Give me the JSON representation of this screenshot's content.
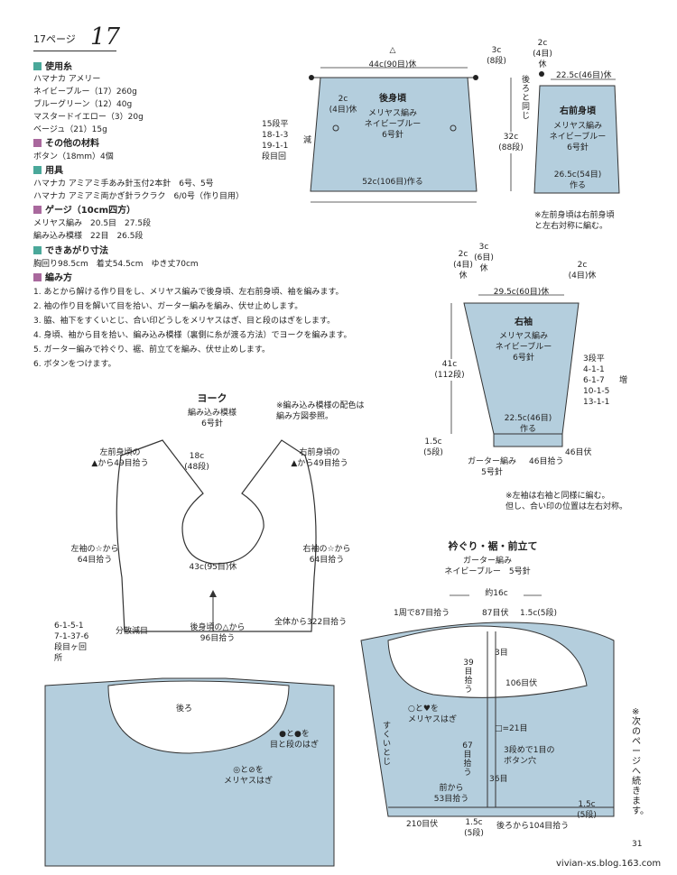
{
  "header": {
    "page_label": "17ページ",
    "page_num": "17"
  },
  "colors": {
    "accent": "#4aa89a",
    "purple": "#a9689d",
    "panel_blue": "#b4cedd"
  },
  "materials": {
    "title": "使用糸",
    "items": [
      "ハマナカ アメリー",
      "ネイビーブルー（17）260g",
      "ブルーグリーン（12）40g",
      "マスタードイエロー（3）20g",
      "ベージュ（21）15g"
    ]
  },
  "other": {
    "title": "その他の材料",
    "items": [
      "ボタン（18mm）4個"
    ]
  },
  "tools": {
    "title": "用具",
    "items": [
      "ハマナカ アミアミ手あみ針玉付2本針　6号、5号",
      "ハマナカ アミアミ両かぎ針ラクラク　6/0号（作り目用）"
    ]
  },
  "gauge": {
    "title": "ゲージ（10cm四方）",
    "items": [
      "メリヤス編み　20.5目　27.5段",
      "編み込み模様　22目　26.5段"
    ]
  },
  "size": {
    "title": "できあがり寸法",
    "items": [
      "胸回り98.5cm　着丈54.5cm　ゆき丈70cm"
    ]
  },
  "method": {
    "title": "編み方",
    "items": [
      "1. あとから解ける作り目をし、メリヤス編みで後身頃、左右前身頃、袖を編みます。",
      "2. 袖の作り目を解いて目を拾い、ガーター編みを編み、伏せ止めします。",
      "3. 脇、袖下をすくいとじ、合い印どうしをメリヤスはぎ、目と段のはぎをします。",
      "4. 身頃、袖から目を拾い、編み込み模様（裏側に糸が渡る方法）でヨークを編みます。",
      "5. ガーター編みで衿ぐり、裾、前立てを編み、伏せ止めします。",
      "6. ボタンをつけます。"
    ]
  },
  "back": {
    "title": "後身頃",
    "stitch": "メリヤス編み",
    "color": "ネイビーブルー",
    "needle": "6号針",
    "top": "44c(90目)休",
    "delta": "△",
    "side": "2c\n(4目)休",
    "decrease": "15段平\n18-1-3\n19-1-1\n段目回",
    "decrease_label": "減",
    "bottom": "52c(106目)作る"
  },
  "rf": {
    "title": "右前身頃",
    "stitch": "メリヤス編み",
    "color": "ネイビーブルー",
    "needle": "6号針",
    "top": "22.5c(46目)休",
    "top_rest": "2c\n(4目)\n休",
    "row3": "3c\n(8段)",
    "back_same": "後ろと同じ",
    "length": "32c\n(88段)",
    "bottom": "26.5c(54目)\n作る",
    "note": "※左前身頃は右前身頃\nと左右対称に編む。"
  },
  "sleeve": {
    "title": "右袖",
    "stitch": "メリヤス編み",
    "color": "ネイビーブルー",
    "needle": "6号針",
    "top": "29.5c(60目)休",
    "top_l": "2c\n(4目)\n休",
    "top_c": "3c\n(6目)\n休",
    "top_r": "2c\n(4目)休",
    "length": "41c\n(112段)",
    "increase": "3段平\n4-1-1\n6-1-7\n10-1-5\n13-1-1",
    "inc_label": "増",
    "bottom": "22.5c(46目)\n作る",
    "gar_h": "1.5c\n(5段)",
    "garter": "ガーター編み\n5号針",
    "pick": "46目拾う",
    "bind": "46目伏",
    "note": "※左袖は右袖と同様に編む。\n但し、合い印の位置は左右対称。"
  },
  "yoke": {
    "title": "ヨーク",
    "stitch": "編み込み模様",
    "needle": "6号針",
    "note": "※編み込み模様の配色は\n編み方図参照。",
    "height": "18c\n(48段)",
    "neck": "43c(95目)休",
    "lf": "左前身頃の\n▲から49目拾う",
    "rf": "右前身頃の\n▲から49目拾う",
    "ls": "左袖の☆から\n64目拾う",
    "rs": "右袖の☆から\n64目拾う",
    "back": "後身頃の△から\n96目拾う",
    "total": "全体から322目拾う",
    "dec": "6-1-5-1\n7-1-37-6\n段目ヶ回\n所",
    "dec_label": "分散減目"
  },
  "border": {
    "title": "衿ぐり・裾・前立て",
    "stitch": "ガーター編み",
    "color": "ネイビーブルー",
    "needle": "5号針",
    "width": "約16c",
    "neck_pick": "1周で87目拾う",
    "neck_bind": "87目伏",
    "neck_h": "1.5c(5段)",
    "r3": "3目",
    "r39": "39\n目\n拾\nう",
    "r106": "106目伏",
    "r21": "□=21目",
    "r67": "67\n目\n拾\nう",
    "btn": "3段めで1目の\nボタン穴",
    "r36": "36目",
    "front": "前から\n53目拾う",
    "r210": "210目伏",
    "bot_h": "1.5c\n(5段)",
    "back104": "後ろから104目拾う",
    "side_h": "1.5c\n(5段)",
    "hagi": "○と♥を\nメリヤスはぎ",
    "sukui": "すくいとじ"
  },
  "bottom_diagram": {
    "label": "後ろ",
    "note1": "●と●を\n目と段のはぎ",
    "note2": "◎と⊘を\nメリヤスはぎ"
  },
  "continue": "※次のページへ続きます。",
  "page_number": "31",
  "footer": "vivian-xs.blog.163.com"
}
